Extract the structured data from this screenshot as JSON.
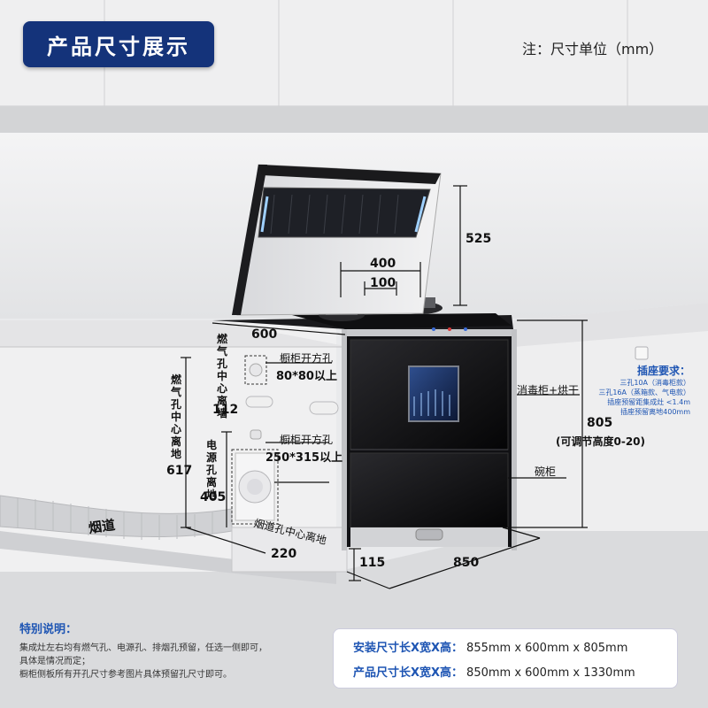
{
  "header": {
    "title": "产品尺寸展示",
    "unit_note": "注：尺寸单位（mm）"
  },
  "dimensions": {
    "hood_height": "525",
    "burner_span": "400",
    "burner_gap": "100",
    "depth": "600",
    "width": "850",
    "height": "805",
    "height_note": "(可调节高度0-20)",
    "kick_height": "115",
    "duct_offset": "220",
    "power_hole_height": "405",
    "gas_hole_height": "617",
    "gas_wall_offset": "112"
  },
  "labels": {
    "gas_hole_from_wall": "燃气孔中心离墙",
    "gas_hole_from_floor": "燃气孔中心离地",
    "power_hole_from_floor": "电源孔离地",
    "cabinet_hole_1_title": "橱柜开方孔",
    "cabinet_hole_1_size": "80*80以上",
    "cabinet_hole_2_title": "橱柜开方孔",
    "cabinet_hole_2_size": "250*315以上",
    "duct": "烟道",
    "duct_center_from_floor": "烟道孔中心离地",
    "sterilizer": "消毒柜+烘干",
    "bowl_cabinet": "碗柜"
  },
  "socket": {
    "title": "插座要求：",
    "lines": [
      "三孔10A（消毒柜款）",
      "三孔16A（蒸箱款、气电款）",
      "插座预留距集成灶 <1.4m",
      "插座预留离地400mm"
    ]
  },
  "notes": {
    "title": "特别说明：",
    "lines": [
      "集成灶左右均有燃气孔、电源孔、排烟孔预留，任选一侧即可，",
      "具体是情况而定；",
      "橱柜侧板所有开孔尺寸参考图片具体预留孔尺寸即可。"
    ]
  },
  "specs": {
    "install_label": "安装尺寸长X宽X高：",
    "install_value": "855mm x 600mm x 805mm",
    "product_label": "产品尺寸长X宽X高：",
    "product_value": "850mm x 600mm x 1330mm"
  },
  "colors": {
    "accent": "#14337a",
    "highlight": "#1e55b3"
  }
}
